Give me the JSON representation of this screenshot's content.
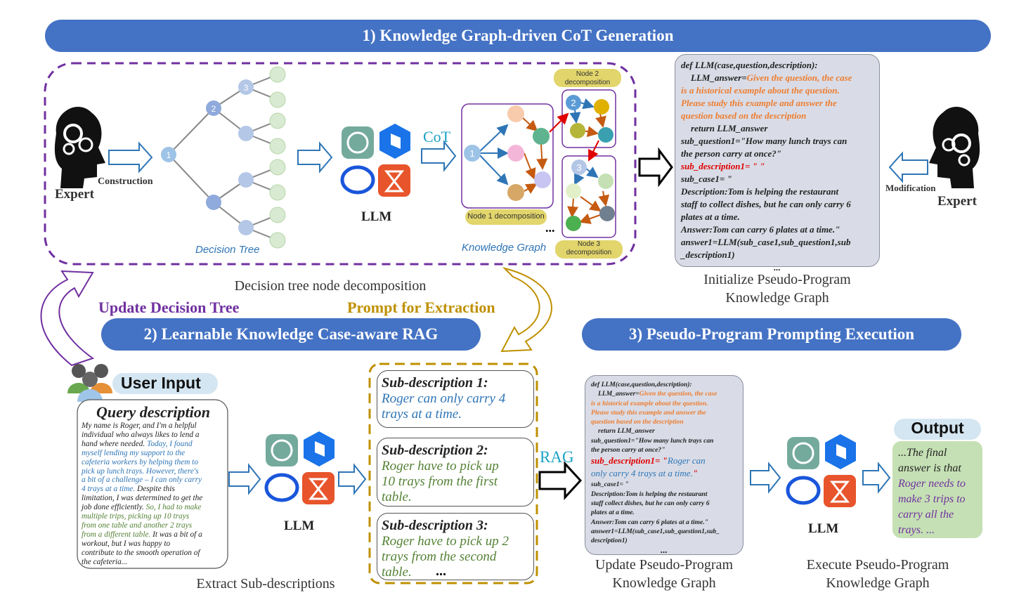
{
  "banners": {
    "kg_cot": "1) Knowledge Graph-driven CoT Generation",
    "rag": "2) Learnable Knowledge Case-aware RAG",
    "pseudo": "3) Pseudo-Program Prompting Execution"
  },
  "top": {
    "expert_left": "Expert",
    "construction": "Construction",
    "decision_tree": "Decision Tree",
    "cot": "CoT",
    "llm": "LLM",
    "knowledge_graph": "Knowledge Graph",
    "node1": "Node 1 decomposition",
    "node2": "Node 2 decomposition",
    "node3": "Node 3 decomposition",
    "ellipsis": "...",
    "decomp_caption": "Decision tree node decomposition",
    "init_caption_1": "Initialize Pseudo-Program",
    "init_caption_2": "Knowledge Graph",
    "modification": "Modification",
    "expert_right": "Expert"
  },
  "code_top": {
    "l1": "def LLM(case,question,description):",
    "l2": "LLM_answer=",
    "l2o": "Given the question, the case",
    "l3": "is a historical example about the question.",
    "l4": "Please study this example and answer the",
    "l5": "question based on the description",
    "l6": "return LLM_answer",
    "l7": "sub_question1=\"How many lunch trays can",
    "l8": "the person carry at once?\"",
    "l9": "sub_description1= \" \"",
    "l10": "sub_case1= \"",
    "l11": "Description:Tom is helping the restaurant",
    "l12": "staff to collect dishes, but he can only carry 6",
    "l13": "plates at a time.",
    "l14": "Answer:Tom can carry 6 plates at a time.\"",
    "l15": "answer1=LLM(sub_case1,sub_question1,sub",
    "l16": "_description1)",
    "l17": "..."
  },
  "middle": {
    "update_tree": "Update Decision Tree",
    "prompt_extract": "Prompt for Extraction"
  },
  "bottom": {
    "user_input": "User Input",
    "query_title": "Query description",
    "q1": "My name is Roger, and I'm a helpful",
    "q2": "individual who always likes to lend a",
    "q3a": "hand where needed.",
    "q3b": " Today, I found",
    "q4": "myself lending my support to the",
    "q5": "cafeteria workers by helping them to",
    "q6": "pick up lunch trays. However, there's",
    "q7": "a bit of a challenge – I can only carry",
    "q8a": "4 trays at a time.",
    "q8b": " Despite this",
    "q9": "limitation, I was determined to get the",
    "q10a": "job done efficiently.",
    "q10b": " So, I had to make",
    "q11": "multiple trips, picking up 10 trays",
    "q12": "from one table and another 2 trays",
    "q13a": "from a different table.",
    "q13b": " It was a bit of a",
    "q14": "workout, but I was happy to",
    "q15": "contribute to the smooth operation of",
    "q16": "the cafeteria...",
    "llm1": "LLM",
    "extract_caption": "Extract Sub-descriptions",
    "sd1_title": "Sub-description 1:",
    "sd1_text_a": "Roger can only carry 4",
    "sd1_text_b": "trays at a time.",
    "sd2_title": "Sub-description 2:",
    "sd2_text_a": "Roger have to pick up",
    "sd2_text_b": "10 trays from the first",
    "sd2_text_c": "table.",
    "sd3_title": "Sub-description 3:",
    "sd3_text_a": "Roger have to pick up 2",
    "sd3_text_b": "trays from the second",
    "sd3_text_c": "table.",
    "sd_ellipsis": "...",
    "rag": "RAG",
    "update_caption_1": "Update Pseudo-Program",
    "update_caption_2": "Knowledge Graph",
    "llm2": "LLM",
    "output": "Output",
    "out1": "...The final",
    "out2": "answer is that",
    "out3": "Roger needs to",
    "out4": "make 3 trips to",
    "out5": "carry all the",
    "out6": "trays. ...",
    "exec_caption_1": "Execute Pseudo-Program",
    "exec_caption_2": "Knowledge Graph"
  },
  "code_bottom": {
    "l1": "def LLM(case,question,description):",
    "l2": "LLM_answer=",
    "l2o": "Given the question, the case",
    "l3": "is a historical example about the question.",
    "l4": "Please study this example and answer the",
    "l5": "question based on the description",
    "l6": "return LLM_answer",
    "l7": "sub_question1=\"How many lunch trays can",
    "l8": "the person carry at once?\"",
    "l9a": "sub_description1= \"",
    "l9b": "Roger can",
    "l9c": "only carry 4 trays at a time.",
    "l9d": "\"",
    "l10": "sub_case1= \"",
    "l11": "Description:Tom is helping the restaurant",
    "l12": "staff collect dishes, but he can only carry 6",
    "l13": "plates at a time.",
    "l14": "Answer:Tom can carry 6 plates at a time.\"",
    "l15": "answer1=LLM(sub_case1,sub_question1,sub_",
    "l16": "description1)",
    "l17": "..."
  },
  "tree_nodes": {
    "n1": "1",
    "n2": "2",
    "n3": "3"
  },
  "kg_nodes": {
    "k1": "1",
    "k2": "2",
    "k3": "3"
  },
  "colors": {
    "banner": "#4472c4",
    "purple": "#7030a0",
    "gold": "#bf9000",
    "orange": "#ed7d31",
    "red": "#e00000",
    "blue_text": "#2e75b6",
    "green_text": "#548235",
    "output_purple": "#7030a0"
  }
}
